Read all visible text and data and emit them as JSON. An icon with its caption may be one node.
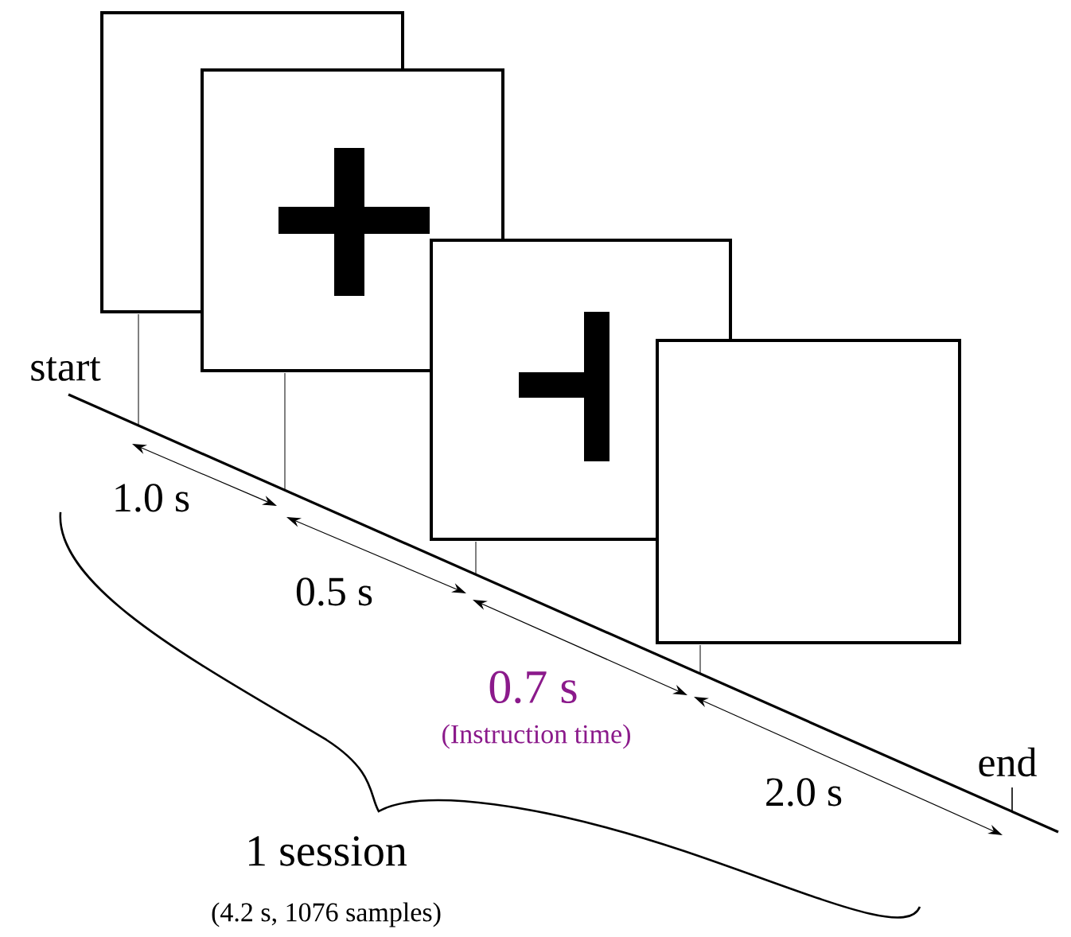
{
  "diagram": {
    "nodes": [
      {
        "text": [],
        "shape": "box"
      },
      {
        "text": [],
        "shape": "box"
      },
      {
        "text": [],
        "shape": "box"
      },
      {
        "text": [],
        "shape": "box"
      }
    ],
    "labels": [
      "start",
      "1.0 s",
      "0.5 s",
      "0.7 s",
      "(Instruction time)",
      "2.0 s",
      "end",
      "1 session",
      "(4.2 s, 1076 samples)"
    ]
  }
}
